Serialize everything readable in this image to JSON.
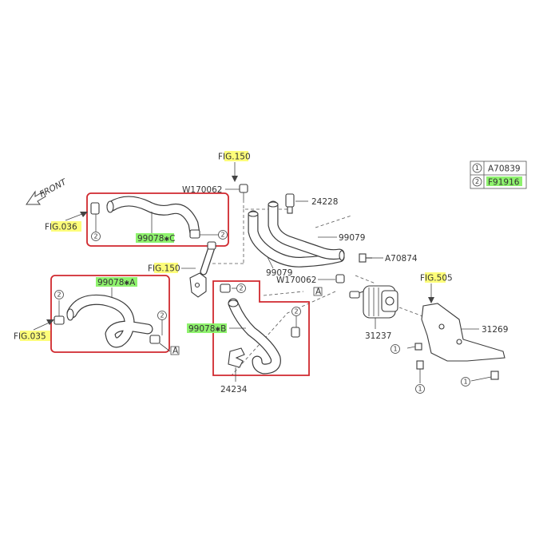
{
  "legend": {
    "rows": [
      {
        "num": "1",
        "code": "A70839"
      },
      {
        "num": "2",
        "code": "F91916"
      }
    ]
  },
  "direction_label": "FRONT",
  "fig_refs": {
    "top": {
      "p1": "F",
      "p2": "IG.15",
      "p3": "0"
    },
    "left_upper": {
      "p1": "F",
      "p2": "IG.03",
      "p3": "6"
    },
    "left_lower": {
      "p1": "F",
      "p2": "IG.03",
      "p3": "5"
    },
    "mid": {
      "p1": "F",
      "p2": "IG.15",
      "p3": "0"
    },
    "right": {
      "p1": "F",
      "p2": "IG.5",
      "p3": "05"
    }
  },
  "hose_labels": {
    "a": {
      "code": "99078",
      "star": "✱",
      "suffix": "A"
    },
    "b": {
      "code": "99078",
      "star": "✱",
      "suffix": "B"
    },
    "c": {
      "code": "99078",
      "star": "✱",
      "suffix": "C"
    }
  },
  "parts": {
    "w170062_top": "W170062",
    "p24228": "24228",
    "p99079_right": "99079",
    "p99079_bottom": "99079",
    "a70874": "A70874",
    "w170062_mid": "W170062",
    "p31237": "31237",
    "p31269": "31269",
    "p24234": "24234"
  },
  "callouts": {
    "two": "2",
    "one": "1",
    "ref_a": "A"
  },
  "colors": {
    "box_red": "#d0282e",
    "highlight_yellow": "#fdfd7a",
    "highlight_green": "#8ef26d"
  }
}
